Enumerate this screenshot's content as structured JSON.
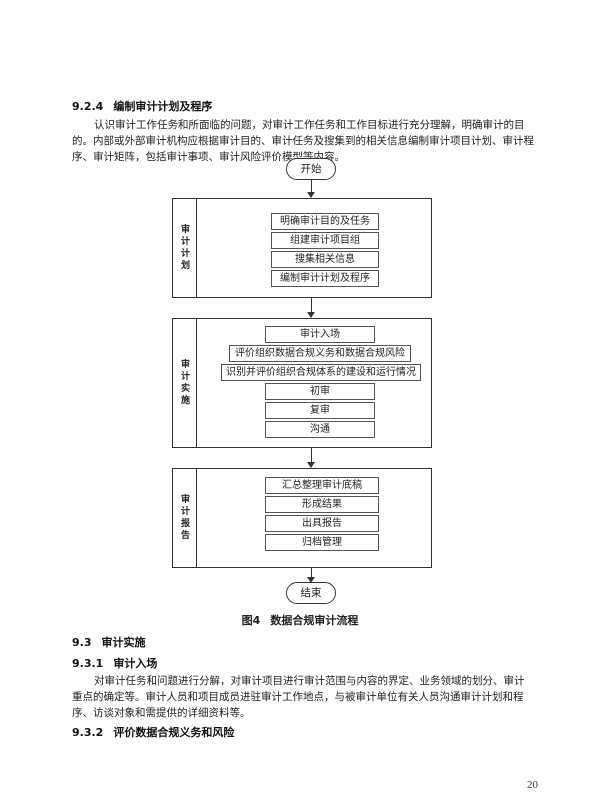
{
  "section_924": {
    "number": "9.2.4",
    "title": "编制审计计划及程序"
  },
  "intro_paragraph": "认识审计工作任务和所面临的问题，对审计工作任务和工作目标进行充分理解，明确审计的目的。内部或外部审计机构应根据审计目的、审计任务及搜集到的相关信息编制审计项目计划、审计程序、审计矩阵，包括审计事项、审计风险评价模型等内容。",
  "flowchart": {
    "start": "开始",
    "end": "结束",
    "stages": [
      {
        "label": "审计计划",
        "steps": [
          "明确审计目的及任务",
          "组建审计项目组",
          "搜集相关信息",
          "编制审计计划及程序"
        ]
      },
      {
        "label": "审计实施",
        "steps": [
          "审计入场",
          "评价组织数据合规义务和数据合规风险",
          "识别并评价组织合规体系的建设和运行情况",
          "初审",
          "复审",
          "沟通"
        ]
      },
      {
        "label": "审计报告",
        "steps": [
          "汇总整理审计底稿",
          "形成结果",
          "出具报告",
          "归档管理"
        ]
      }
    ]
  },
  "figure_caption": {
    "label": "图4",
    "title": "数据合规审计流程"
  },
  "section_93": {
    "number": "9.3",
    "title": "审计实施"
  },
  "section_931": {
    "number": "9.3.1",
    "title": "审计入场"
  },
  "paragraph_931": "对审计任务和问题进行分解，对审计项目进行审计范围与内容的界定、业务领域的划分、审计重点的确定等。审计人员和项目成员进驻审计工作地点，与被审计单位有关人员沟通审计计划和程序、访谈对象和需提供的详细资料等。",
  "section_932": {
    "number": "9.3.2",
    "title": "评价数据合规义务和风险"
  },
  "page_number": "20"
}
